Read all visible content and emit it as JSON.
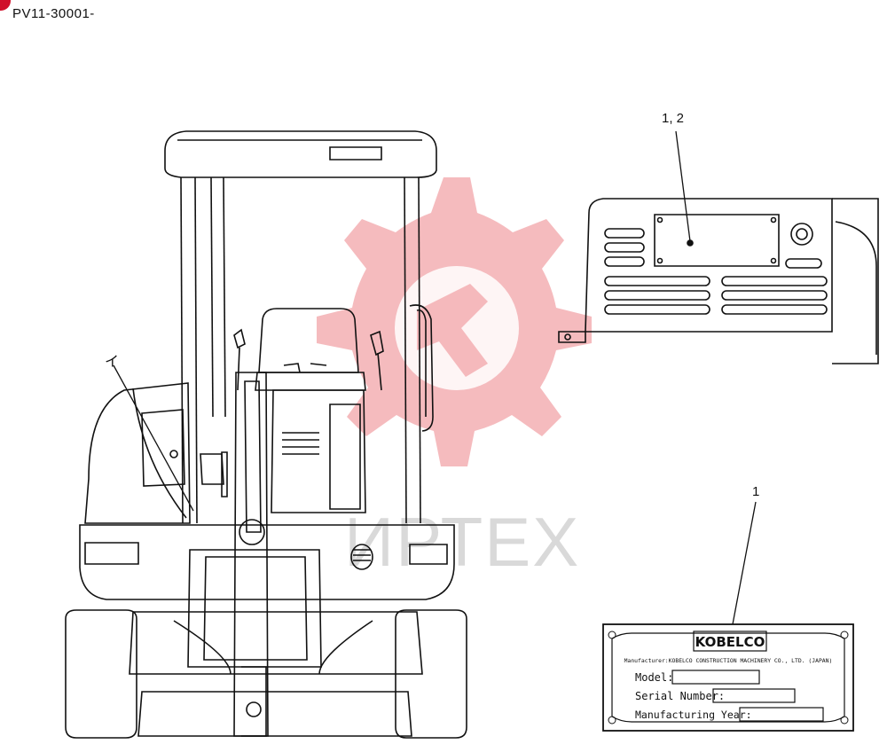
{
  "document": {
    "code": "PV11-30001-"
  },
  "watermark": {
    "text": "ИРТЕХ",
    "color": "#e8323c"
  },
  "callouts": {
    "top_detail": "1, 2",
    "plate": "1",
    "machine": "イ"
  },
  "nameplate": {
    "brand": "KOBELCO",
    "manufacturer_line": "Manufacturer:KOBELCO CONSTRUCTION MACHINERY CO., LTD. (JAPAN)",
    "model_label": "Model:",
    "serial_label": "Serial Number:",
    "year_label": "Manufacturing Year:"
  },
  "colors": {
    "line": "#111111",
    "accent": "#d0102a"
  }
}
